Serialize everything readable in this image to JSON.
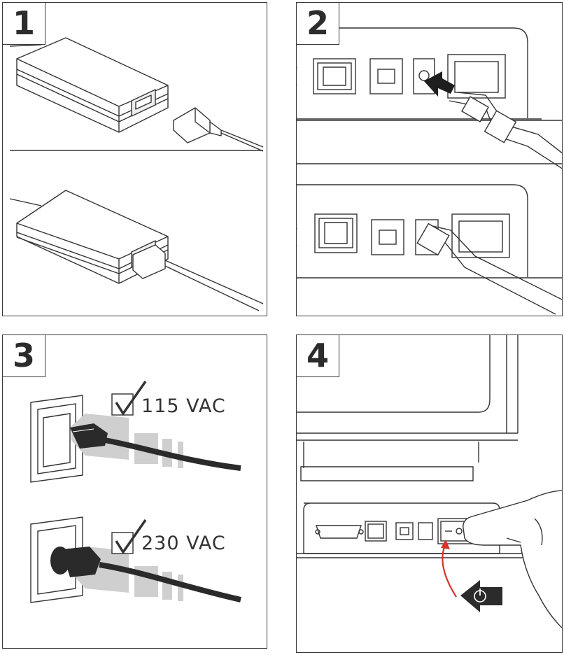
{
  "steps": [
    {
      "number": "1"
    },
    {
      "number": "2"
    },
    {
      "number": "3",
      "voltage_options": [
        {
          "label": "115 VAC",
          "checked": true
        },
        {
          "label": "230 VAC",
          "checked": true
        }
      ]
    },
    {
      "number": "4"
    }
  ],
  "colors": {
    "line": "#3a3a3a",
    "arrow_red": "#d8322a",
    "dark_arrow": "#2b2b2b",
    "faded_arrow": "#c8c8c8"
  },
  "icons": [
    "power-symbol-icon",
    "checkbox-check-icon"
  ]
}
